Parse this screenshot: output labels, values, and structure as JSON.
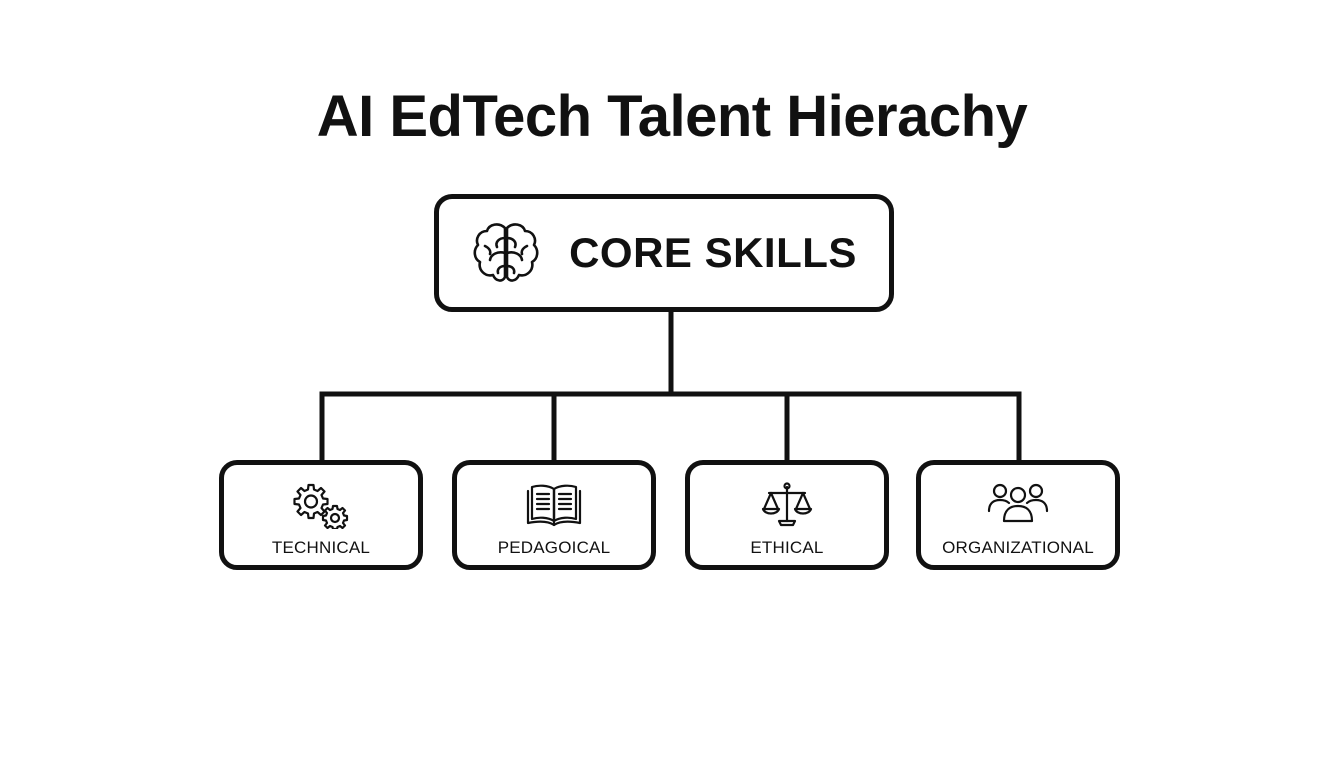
{
  "title": "AI EdTech Talent Hierachy",
  "root": {
    "label": "CORE SKILLS",
    "icon": "brain-icon"
  },
  "children": [
    {
      "label": "TECHNICAL",
      "icon": "gears-icon"
    },
    {
      "label": "PEDAGOICAL",
      "icon": "open-book-icon"
    },
    {
      "label": "ETHICAL",
      "icon": "scales-icon"
    },
    {
      "label": "ORGANIZATIONAL",
      "icon": "people-group-icon"
    }
  ],
  "colors": {
    "stroke": "#111111",
    "background": "#ffffff"
  }
}
